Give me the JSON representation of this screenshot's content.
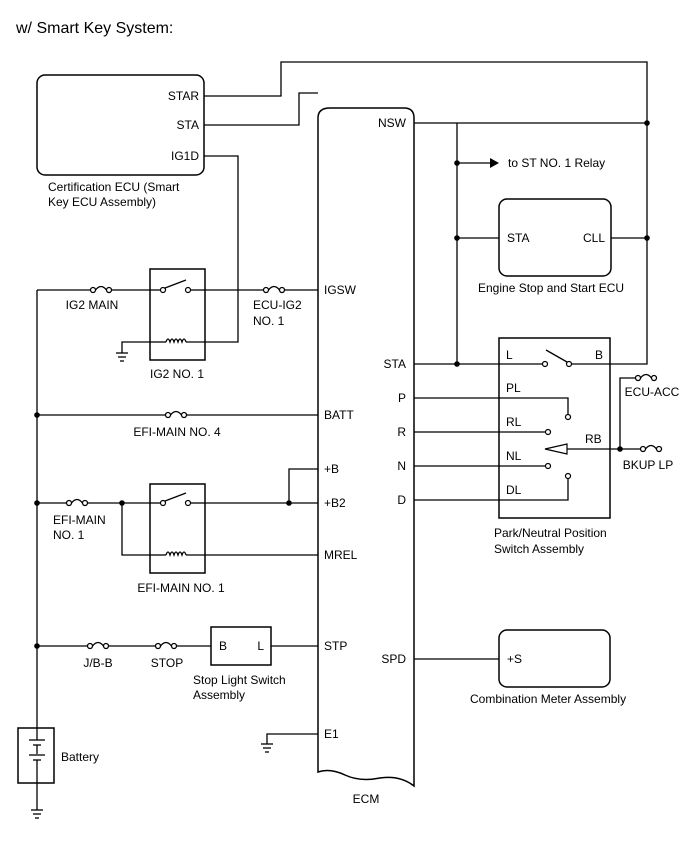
{
  "title": "w/ Smart Key System:",
  "components": {
    "cert_ecu": {
      "name_line1": "Certification ECU (Smart",
      "name_line2": "Key ECU Assembly)",
      "pins": {
        "star": "STAR",
        "sta": "STA",
        "ig1d": "IG1D"
      }
    },
    "ecm": {
      "name": "ECM",
      "pins": {
        "nsw": "NSW",
        "igsw": "IGSW",
        "sta": "STA",
        "batt": "BATT",
        "p": "P",
        "r": "R",
        "plus_b": "+B",
        "plus_b2": "+B2",
        "n": "N",
        "d": "D",
        "mrel": "MREL",
        "stp": "STP",
        "spd": "SPD",
        "e1": "E1"
      }
    },
    "engine_ecu": {
      "name": "Engine Stop and Start ECU",
      "pins": {
        "sta": "STA",
        "cll": "CLL"
      }
    },
    "pnp_switch": {
      "name_line1": "Park/Neutral Position",
      "name_line2": "Switch Assembly",
      "pins": {
        "l": "L",
        "b": "B",
        "pl": "PL",
        "rl": "RL",
        "rb": "RB",
        "nl": "NL",
        "dl": "DL"
      }
    },
    "stop_light_switch": {
      "name_line1": "Stop Light Switch",
      "name_line2": "Assembly",
      "pins": {
        "b": "B",
        "l": "L"
      }
    },
    "combination_meter": {
      "name": "Combination Meter Assembly",
      "pins": {
        "s": "+S"
      }
    },
    "ig2_relay": {
      "name": "IG2 NO. 1"
    },
    "efi_relay": {
      "name": "EFI-MAIN NO. 1"
    },
    "battery": {
      "name": "Battery"
    }
  },
  "fuses": {
    "ig2_main": "IG2 MAIN",
    "ecu_ig2_line1": "ECU-IG2",
    "ecu_ig2_line2": "NO. 1",
    "efi_main4": "EFI-MAIN NO. 4",
    "efi_main1_line1": "EFI-MAIN",
    "efi_main1_line2": "NO. 1",
    "jb_b": "J/B-B",
    "stop": "STOP",
    "ecu_acc": "ECU-ACC",
    "bkup_lp": "BKUP LP"
  },
  "labels": {
    "st_relay": "to ST NO. 1 Relay"
  }
}
